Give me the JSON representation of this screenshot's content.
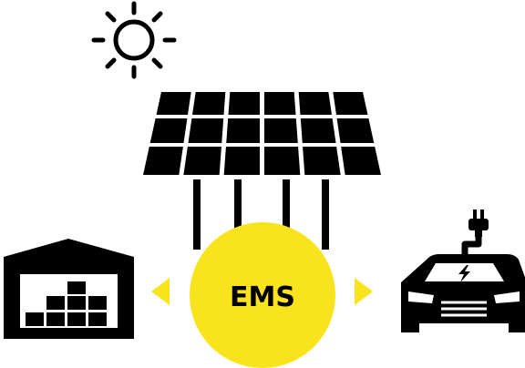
{
  "diagram": {
    "center_label": "EMS",
    "colors": {
      "accent": "#f9e31c",
      "ink": "#000000",
      "background": "#ffffff"
    },
    "nodes": [
      {
        "id": "sun",
        "icon": "sun-icon"
      },
      {
        "id": "solar-panel",
        "icon": "solar-panel-icon"
      },
      {
        "id": "warehouse",
        "icon": "warehouse-icon"
      },
      {
        "id": "ems",
        "icon": "ems-circle"
      },
      {
        "id": "electric-car",
        "icon": "electric-car-icon"
      }
    ],
    "connections": [
      {
        "from": "solar-panel",
        "to": "ems"
      },
      {
        "from": "ems",
        "to": "warehouse"
      },
      {
        "from": "ems",
        "to": "electric-car"
      }
    ]
  }
}
